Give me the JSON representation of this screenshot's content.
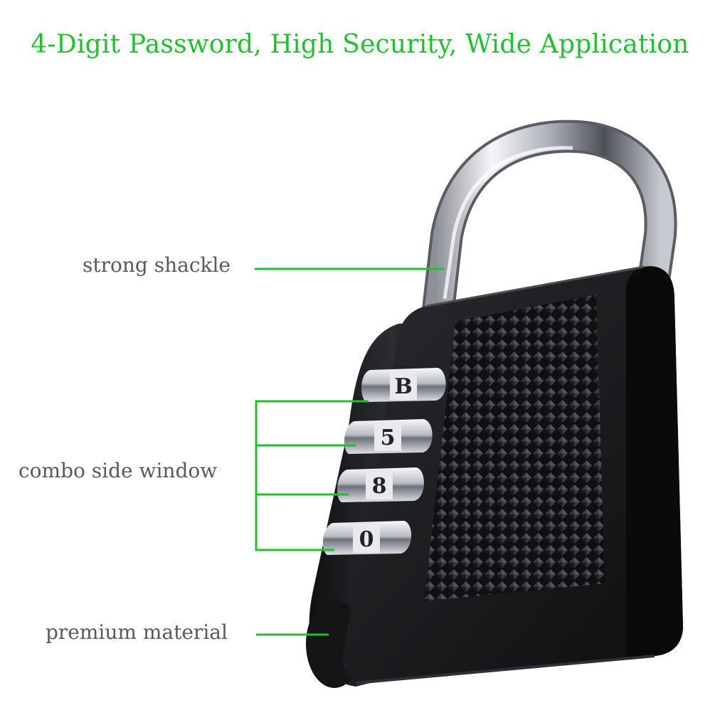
{
  "headline": "4-Digit Password, High Security, Wide Application",
  "callouts": {
    "shackle": "strong shackle",
    "combo_window": "combo side window",
    "material": "premium material"
  },
  "dials": [
    "B",
    "5",
    "8",
    "0"
  ],
  "colors": {
    "accent": "#1fc12e",
    "label_text": "#555a60",
    "lock_body": "#1c1c1e",
    "shackle": "#c9ccd2"
  }
}
